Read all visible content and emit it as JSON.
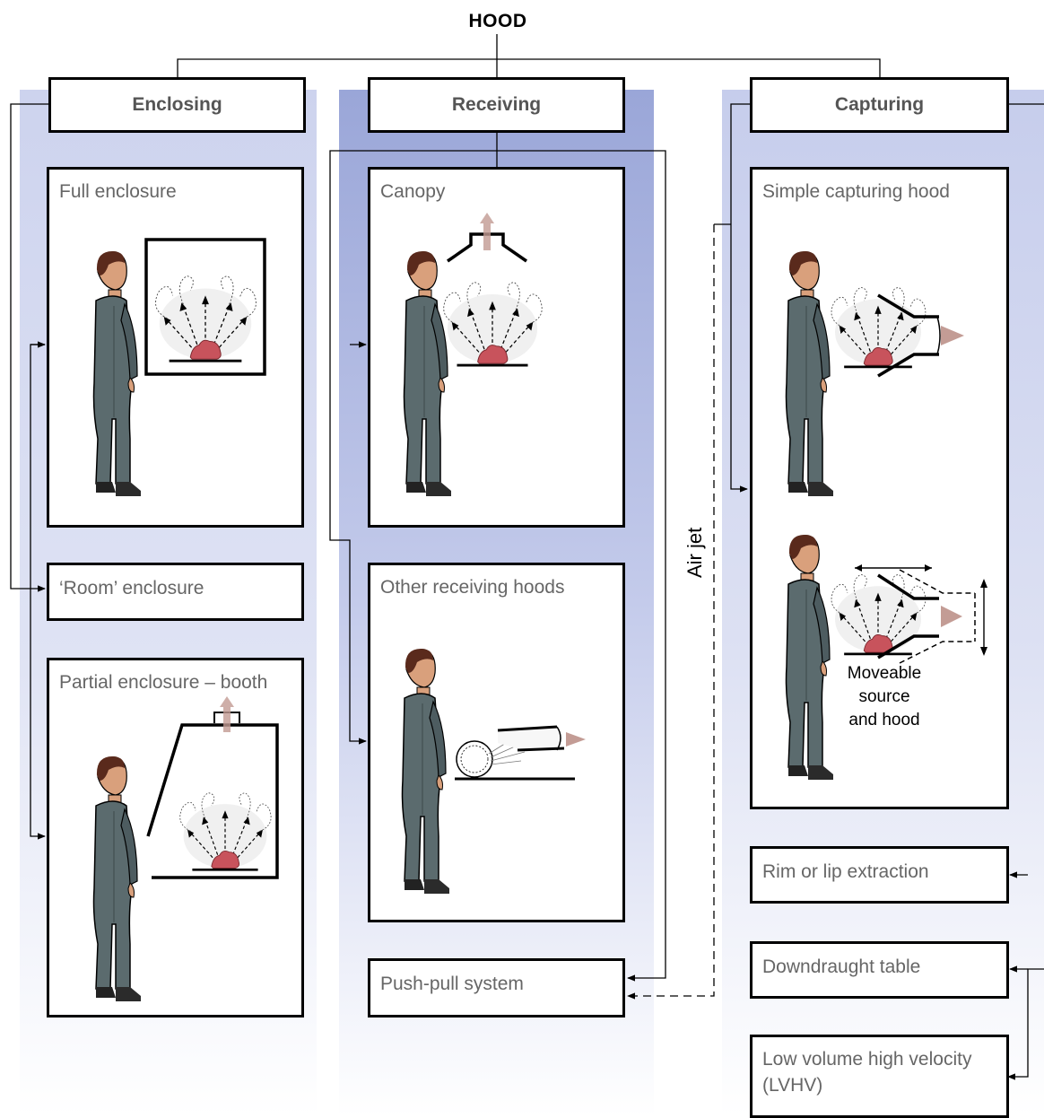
{
  "title": "HOOD",
  "columns": {
    "enclosing": {
      "header": "Enclosing",
      "items": [
        "Full enclosure",
        "‘Room’ enclosure",
        "Partial enclosure – booth"
      ]
    },
    "receiving": {
      "header": "Receiving",
      "items": [
        "Canopy",
        "Other receiving hoods",
        "Push-pull system"
      ]
    },
    "capturing": {
      "header": "Capturing",
      "items": [
        "Simple capturing hood",
        "Rim or lip extraction",
        "Downdraught table",
        "Low volume high velocity (LVHV)"
      ],
      "moveable_note": [
        "Moveable",
        "source",
        "and hood"
      ]
    }
  },
  "air_jet_label": "Air jet",
  "colors": {
    "enclosing_bg": "#cdd3ee",
    "receiving_bg": "#9aa6d8",
    "capturing_bg": "#c6cdec",
    "worker_suit": "#5b6b6e",
    "source": "#c8535c"
  }
}
